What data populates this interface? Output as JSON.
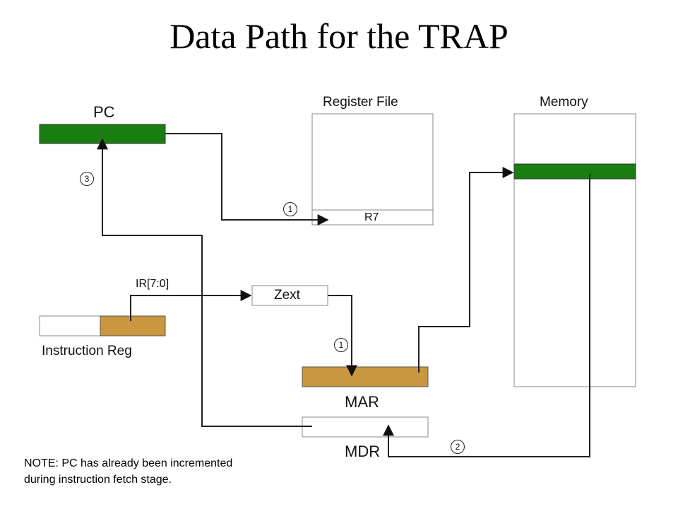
{
  "title": "Data Path for the TRAP",
  "labels": {
    "pc": "PC",
    "register_file": "Register File",
    "memory": "Memory",
    "r7": "R7",
    "ir_bits": "IR[7:0]",
    "zext": "Zext",
    "instruction_reg": "Instruction Reg",
    "mar": "MAR",
    "mdr": "MDR"
  },
  "steps": {
    "pc_to_r7": "1",
    "zext_to_mar": "1",
    "mem_to_mdr": "2",
    "mdr_to_pc": "3"
  },
  "note": {
    "line1": "NOTE: PC has already been incremented",
    "line2": "during instruction fetch stage."
  },
  "colors": {
    "green": "#1a7d12",
    "gold": "#c9973f",
    "line": "#222222"
  }
}
